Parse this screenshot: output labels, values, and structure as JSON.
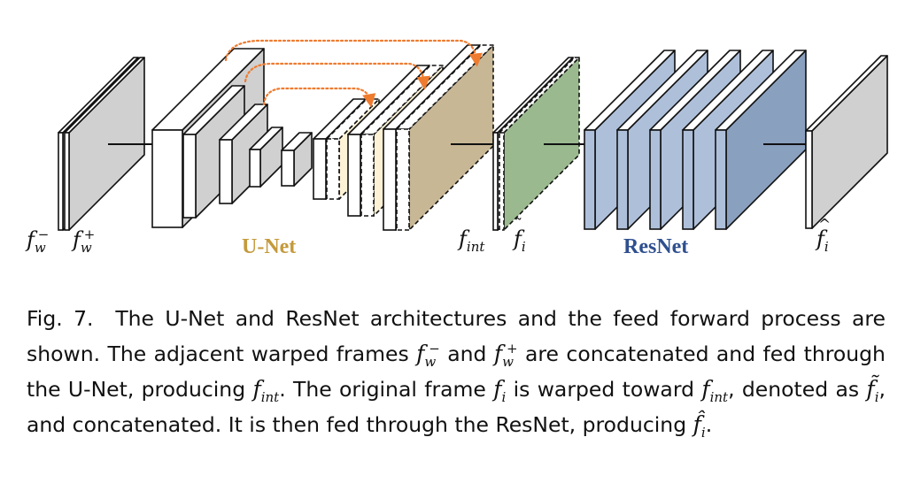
{
  "diagram": {
    "labels": {
      "f_base": "f",
      "w_sub": "w",
      "minus_sup": "−",
      "plus_sup": "+",
      "int_sub": "int",
      "i_sub": "i",
      "unet_label": "U-Net",
      "resnet_label": "ResNet"
    },
    "colors": {
      "grey_frame": "#d0d0d0",
      "unet_skip": "#fdf2d6",
      "unet_final": "#c8b795",
      "warped_frame": "#9bb98f",
      "resnet_block": "#aebfda",
      "resnet_final": "#8aa0bf",
      "arrow": "#ef7b2f",
      "unet_text": "#c49a3c",
      "resnet_text": "#2f4f8f"
    }
  },
  "caption": {
    "fig_label": "Fig. 7.",
    "t1": "The U-Net and ResNet architectures and the feed forward process are shown. The adjacent warped frames",
    "t2": "and",
    "t3": "are concatenated and fed through the U-Net, producing",
    "t4": ". The original frame",
    "t5": "is warped toward",
    "t6": ", denoted as",
    "t7": ", and concatenated. It is then fed through the ResNet, producing",
    "t8": "."
  }
}
